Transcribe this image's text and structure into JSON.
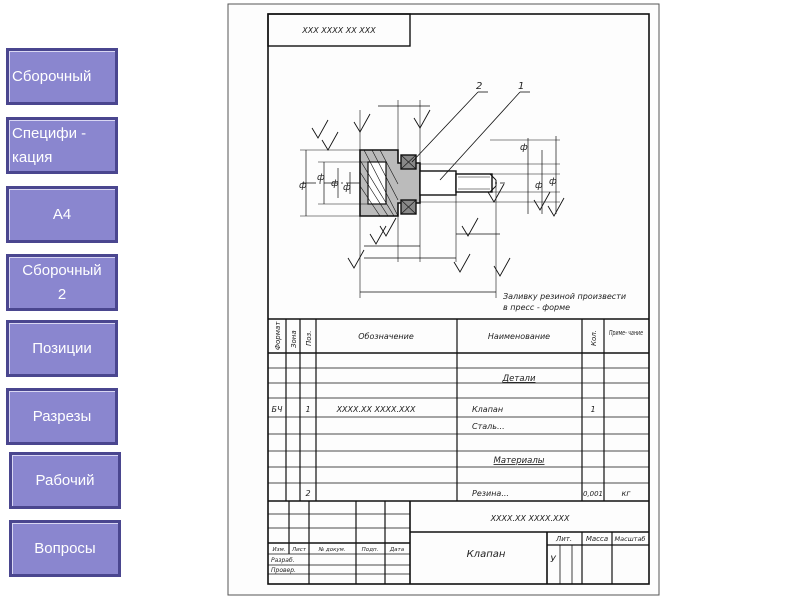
{
  "nav": {
    "items": [
      {
        "label": "Сборочный"
      },
      {
        "label": "Специфи -\nкация"
      },
      {
        "label": "А4"
      },
      {
        "label": "Сборочный\n2"
      },
      {
        "label": "Позиции"
      },
      {
        "label": "Разрезы"
      },
      {
        "label": "Рабочий"
      },
      {
        "label": "Вопросы"
      }
    ]
  },
  "drawing": {
    "stamp_code": "XXX XXXX XX XXX",
    "callout_1": "1",
    "callout_2": "2",
    "note_line1": "Заливку резиной произвести",
    "note_line2": "в пресс - форме",
    "dim": "ф"
  },
  "spec": {
    "headers": {
      "format": "Формат",
      "zone": "Зона",
      "pos": "Поз.",
      "designation": "Обозначение",
      "name": "Наименование",
      "qty": "Кол.",
      "note": "Приме- чание"
    },
    "section_details": "Детали",
    "section_materials": "Материалы",
    "row1": {
      "format": "БЧ",
      "pos": "1",
      "designation": "XXXX.XX XXXX.XXX",
      "name": "Клапан",
      "qty": "1"
    },
    "row_steel": "Сталь...",
    "row2": {
      "pos": "2",
      "name": "Резина...",
      "qty": "0,001",
      "note": "кг"
    }
  },
  "title_block": {
    "code": "XXXX.XX XXXX.XXX",
    "name": "Клапан",
    "lit_header": "Лит.",
    "mass_header": "Масса",
    "scale_header": "Масштаб",
    "lit_value": "У",
    "col_izm": "Изм.",
    "col_list": "Лист",
    "col_doc": "№ докум.",
    "col_sign": "Подп.",
    "col_date": "Дата",
    "razrab": "Разраб.",
    "prover": "Провер."
  }
}
